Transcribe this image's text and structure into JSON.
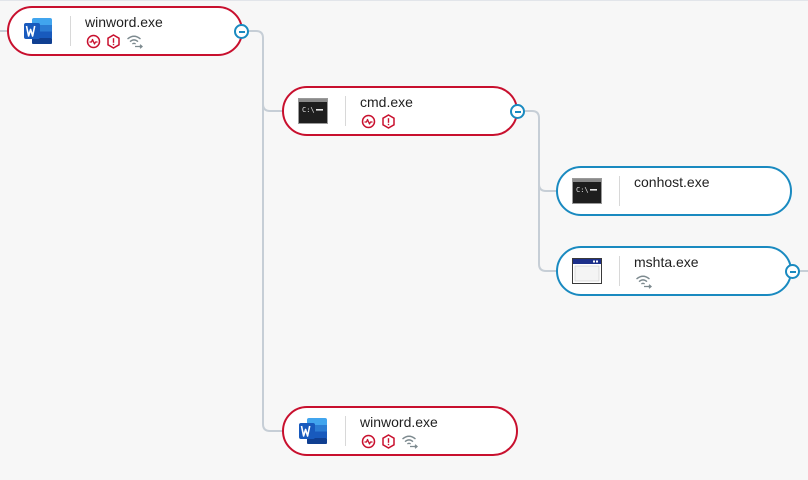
{
  "nodes": [
    {
      "id": "n1",
      "label": "winword.exe",
      "app_icon": "word-icon",
      "status": "red",
      "badges": [
        "activity-icon",
        "shield-alert-icon",
        "network-icon"
      ],
      "collapsible": true
    },
    {
      "id": "n2",
      "label": "cmd.exe",
      "app_icon": "terminal-icon",
      "status": "red",
      "badges": [
        "activity-icon",
        "shield-alert-icon"
      ],
      "collapsible": true
    },
    {
      "id": "n3",
      "label": "conhost.exe",
      "app_icon": "terminal-icon",
      "status": "blue",
      "badges": [],
      "collapsible": false
    },
    {
      "id": "n4",
      "label": "mshta.exe",
      "app_icon": "window-icon",
      "status": "blue",
      "badges": [
        "network-icon"
      ],
      "collapsible": true
    },
    {
      "id": "n5",
      "label": "winword.exe",
      "app_icon": "word-icon",
      "status": "red",
      "badges": [
        "activity-icon",
        "shield-alert-icon",
        "network-icon"
      ],
      "collapsible": false
    }
  ],
  "colors": {
    "alert_border": "#c8102e",
    "normal_border": "#1a8ac0",
    "connector": "#c6ced6",
    "badge_red": "#c8102e",
    "badge_grey": "#7d8a8f",
    "canvas": "#f7f7f7"
  }
}
